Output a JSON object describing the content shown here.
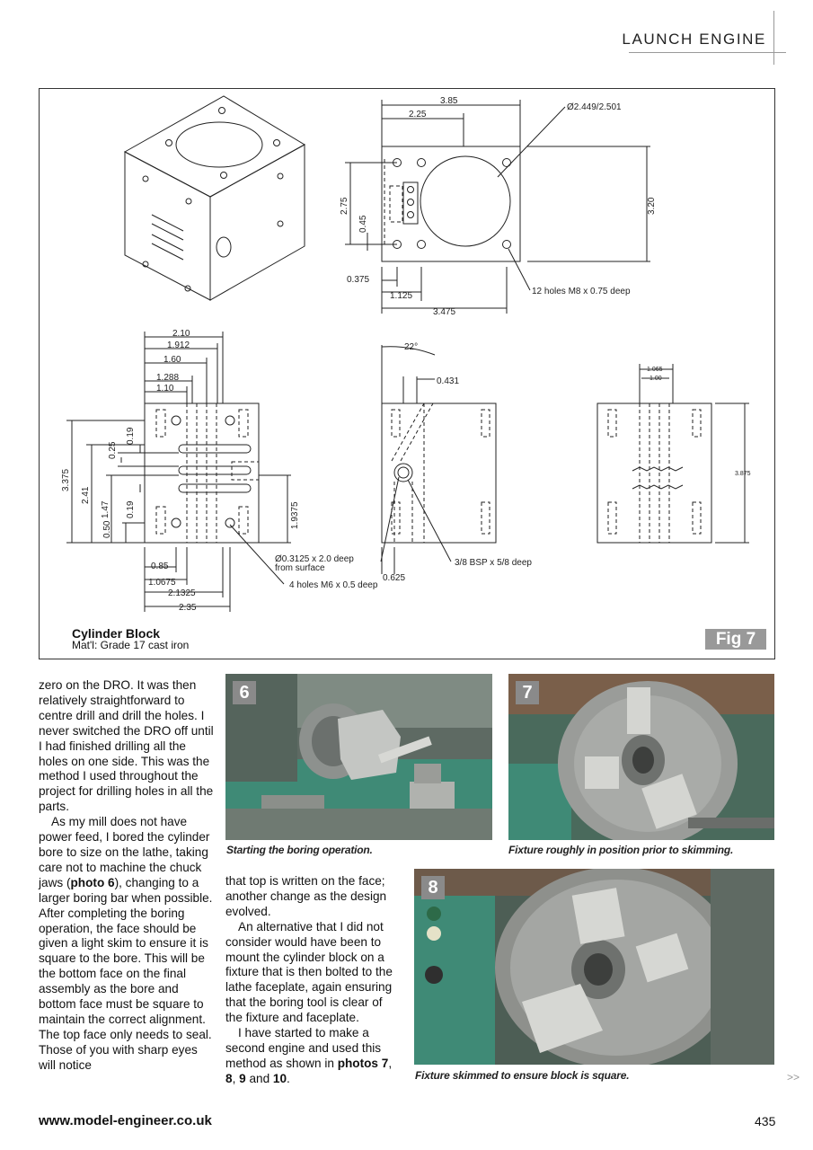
{
  "header": {
    "section": "LAUNCH ENGINE"
  },
  "figure": {
    "title": "Cylinder Block",
    "material": "Mat'l: Grade 17 cast iron",
    "badge": "Fig 7",
    "dims": {
      "d_385": "3.85",
      "d_225": "2.25",
      "d_bore": "Ø2.449/2.501",
      "d_275": "2.75",
      "d_045": "0.45",
      "d_320": "3.20",
      "d_0375": "0.375",
      "d_1125": "1.125",
      "d_3475": "3.475",
      "note_m8": "12 holes M8 x 0.75 deep",
      "d_210": "2.10",
      "d_1912": "1.912",
      "d_160": "1.60",
      "d_1288": "1.288",
      "d_110": "1.10",
      "d_3375": "3.375",
      "d_241": "2.41",
      "d_147": "1.47",
      "d_050": "0.50",
      "d_025": "0.25",
      "d_019a": "0.19",
      "d_019b": "0.19",
      "d_19375": "1.9375",
      "d_085": "0.85",
      "d_10675": "1.0675",
      "d_21325": "2.1325",
      "d_235": "2.35",
      "note_drill1": "Ø0.3125 x 2.0 deep",
      "note_drill2": "from surface",
      "note_m6": "4 holes M6 x 0.5 deep",
      "d_22": "22°",
      "d_0431": "0.431",
      "d_0625": "0.625",
      "note_bsp": "3/8 BSP x 5/8 deep",
      "d_1065": "1.065",
      "d_100": "1.00",
      "d_3875": "3.875"
    }
  },
  "col1": {
    "p1": "zero on the DRO. It was then relatively straightforward to centre drill and drill the holes. I never switched the DRO off until I had finished drilling all the holes on one side. This was the method I used throughout the project for drilling holes in all the parts.",
    "p2a": "As my mill does not have power feed, I bored the cylinder bore to size on the lathe, taking care not to machine the chuck jaws (",
    "p2b": "photo 6",
    "p2c": "), changing to a larger boring bar when possible. After completing the boring operation, the face should be given a light skim to ensure it is square to the bore. This will be the bottom face on the final assembly as the bore and bottom face must be square to maintain the correct alignment. The top face only needs to seal. Those of you with sharp eyes will notice"
  },
  "col2": {
    "p1": "that top is written on the face; another change as the design evolved.",
    "p2": "An alternative that I did not consider would have been to mount the cylinder block on a fixture that is then bolted to the lathe faceplate, again ensuring that the boring tool is clear of the fixture and faceplate.",
    "p3a": "I have started to make a second engine and used this method as shown in ",
    "p3b": "photos 7",
    "p3c": ", ",
    "p3d": "8",
    "p3e": ", ",
    "p3f": "9",
    "p3g": " and ",
    "p3h": "10",
    "p3i": "."
  },
  "photos": [
    {
      "number": "6",
      "caption": "Starting the boring operation."
    },
    {
      "number": "7",
      "caption": "Fixture roughly in position prior to skimming."
    },
    {
      "number": "8",
      "caption": "Fixture skimmed to ensure block is square."
    }
  ],
  "footer": {
    "url": "www.model-engineer.co.uk",
    "page": "435",
    "continue_mark": ">>"
  },
  "colors": {
    "lathe_green": "#3f8a76",
    "metal": "#b8b8b4",
    "badge_grey": "#999999"
  }
}
